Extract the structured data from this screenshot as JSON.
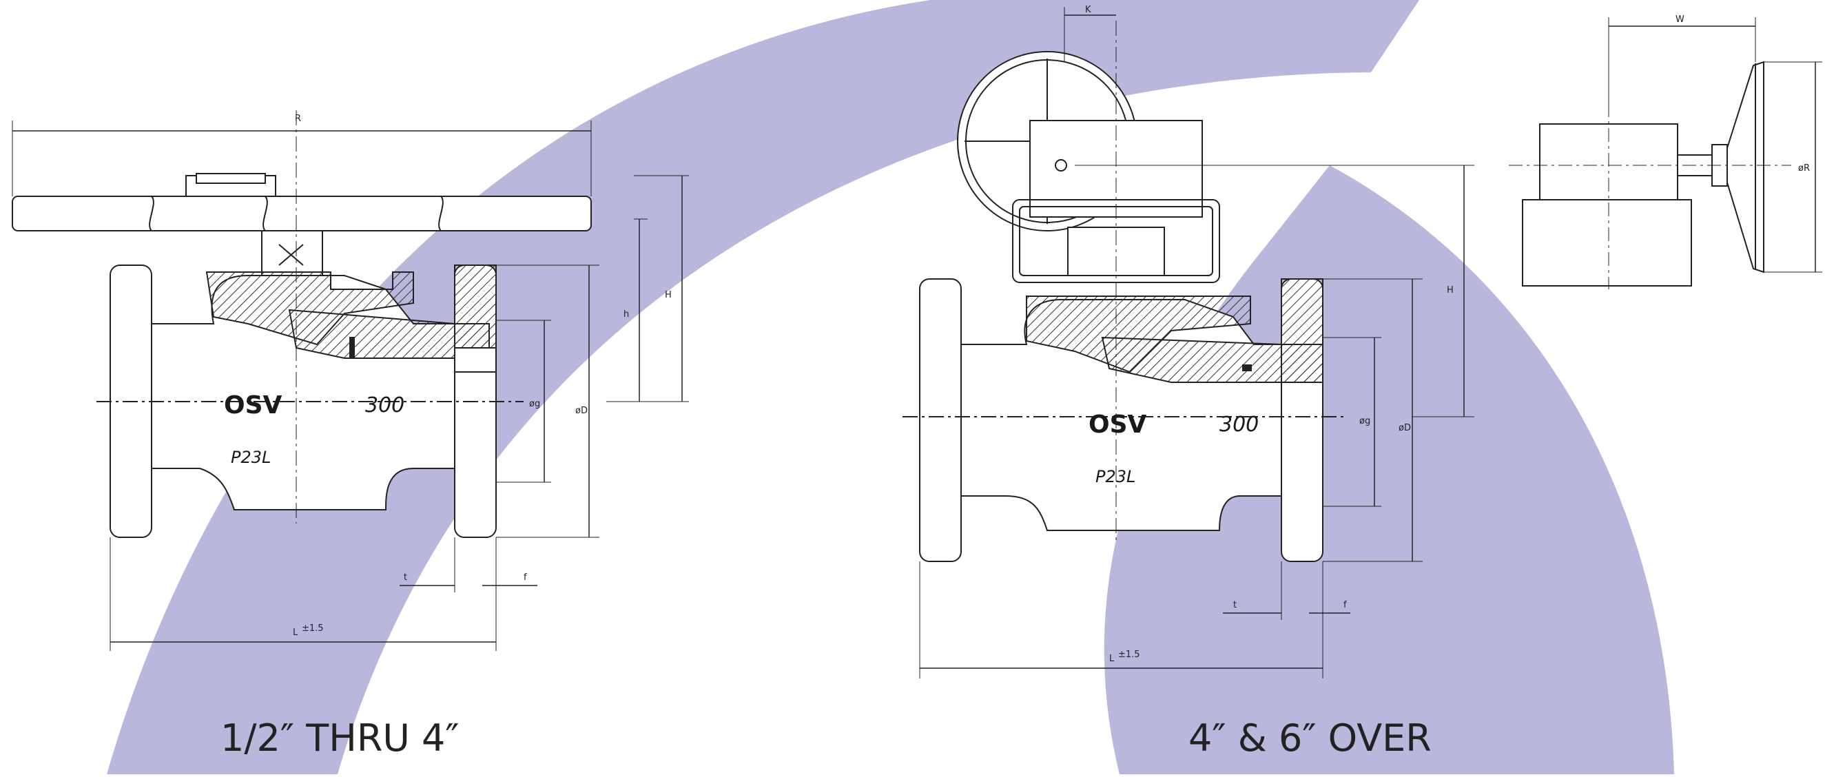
{
  "captions": {
    "left": "1/2″ THRU 4″",
    "right": "4″ & 6″ OVER"
  },
  "left_valve": {
    "brand": "OSV",
    "rating": "300",
    "model": "P23L",
    "dims": {
      "R": "R",
      "H": "H",
      "h": "h",
      "g": "øg",
      "D": "øD",
      "t": "t",
      "f": "f",
      "L": "L",
      "L_tol": "±1.5"
    }
  },
  "right_valve": {
    "brand": "OSV",
    "rating": "300",
    "model": "P23L",
    "dims": {
      "K": "K",
      "H": "H",
      "g": "øg",
      "D": "øD",
      "t": "t",
      "f": "f",
      "L": "L",
      "L_tol": "±1.5"
    }
  },
  "side_view": {
    "dims": {
      "W": "W",
      "R": "øR"
    }
  },
  "colors": {
    "watermark": "#b9b8dc",
    "line": "#222222",
    "hatch": "#333333"
  }
}
